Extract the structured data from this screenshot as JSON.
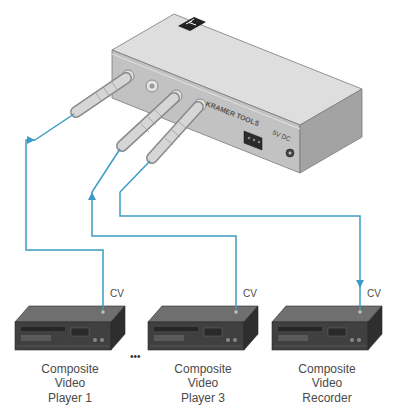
{
  "diagram": {
    "nodes": [
      {
        "text": [
          "KRAMER TOOLS",
          "5V DC"
        ]
      },
      {
        "text": [
          "CV",
          "Composite Video Player 1"
        ]
      },
      {
        "text": [
          "CV",
          "Composite Video Player 3"
        ]
      },
      {
        "text": [
          "CV",
          "Composite Video Recorder"
        ]
      }
    ],
    "edges": [
      {
        "from": 1,
        "to": 0,
        "arrow": "to"
      },
      {
        "from": 2,
        "to": 0,
        "arrow": "to"
      },
      {
        "from": 0,
        "to": 3,
        "arrow": "to"
      }
    ],
    "labels": [
      "•••"
    ]
  }
}
